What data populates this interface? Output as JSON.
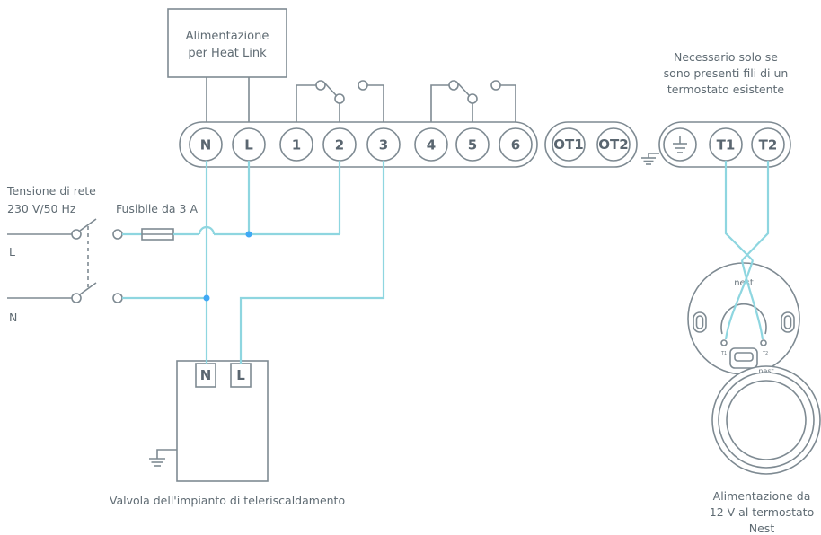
{
  "colors": {
    "wire": "#8ed6e0",
    "device_stroke": "#7e8a92",
    "text": "#5f6b73",
    "background": "#ffffff"
  },
  "labels": {
    "power_supply_line1": "Alimentazione",
    "power_supply_line2": "per Heat Link",
    "note_line1": "Necessario solo se",
    "note_line2": "sono presenti fili di un",
    "note_line3": "termostato esistente",
    "mains_line1": "Tensione di rete",
    "mains_line2": "230 V/50 Hz",
    "fuse": "Fusibile da 3 A",
    "line_L": "L",
    "line_N": "N",
    "valve_N": "N",
    "valve_L": "L",
    "valve_caption": "Valvola dell'impianto di teleriscaldamento",
    "thermostat_caption_line1": "Alimentazione da",
    "thermostat_caption_line2": "12 V al termostato",
    "thermostat_caption_line3": "Nest",
    "brand_base": "nest",
    "brand_display": "nest",
    "base_t1": "T1",
    "base_t2": "T2"
  },
  "terminals": {
    "power": [
      "N",
      "L"
    ],
    "relay": [
      "1",
      "2",
      "3",
      "4",
      "5",
      "6"
    ],
    "opentherm": [
      "OT1",
      "OT2"
    ],
    "thermostat": [
      "⏚",
      "T1",
      "T2"
    ]
  }
}
